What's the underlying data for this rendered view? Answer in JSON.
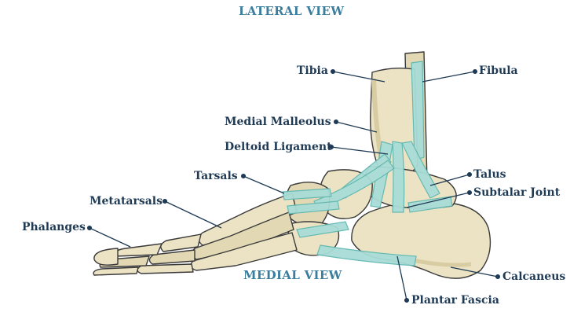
{
  "headings": {
    "top": "LATERAL VIEW",
    "bottom": "MEDIAL VIEW"
  },
  "labels": {
    "tibia": "Tibia",
    "fibula": "Fibula",
    "medial_malleolus": "Medial Malleolus",
    "deltoid_ligament": "Deltoid Ligament",
    "tarsals": "Tarsals",
    "talus": "Talus",
    "subtalar_joint": "Subtalar Joint",
    "metatarsals": "Metatarsals",
    "phalanges": "Phalanges",
    "calcaneus": "Calcaneus",
    "plantar_fascia": "Plantar Fascia"
  },
  "colors": {
    "heading": "#3a7d9c",
    "label_text": "#1f3a55",
    "leader_line": "#1f3a55",
    "bone_fill": "#ece3c4",
    "bone_shade": "#d8cca3",
    "bone_outline": "#3a3a3a",
    "ligament_fill": "#a9dcd7",
    "ligament_stroke": "#5fb8b0"
  }
}
